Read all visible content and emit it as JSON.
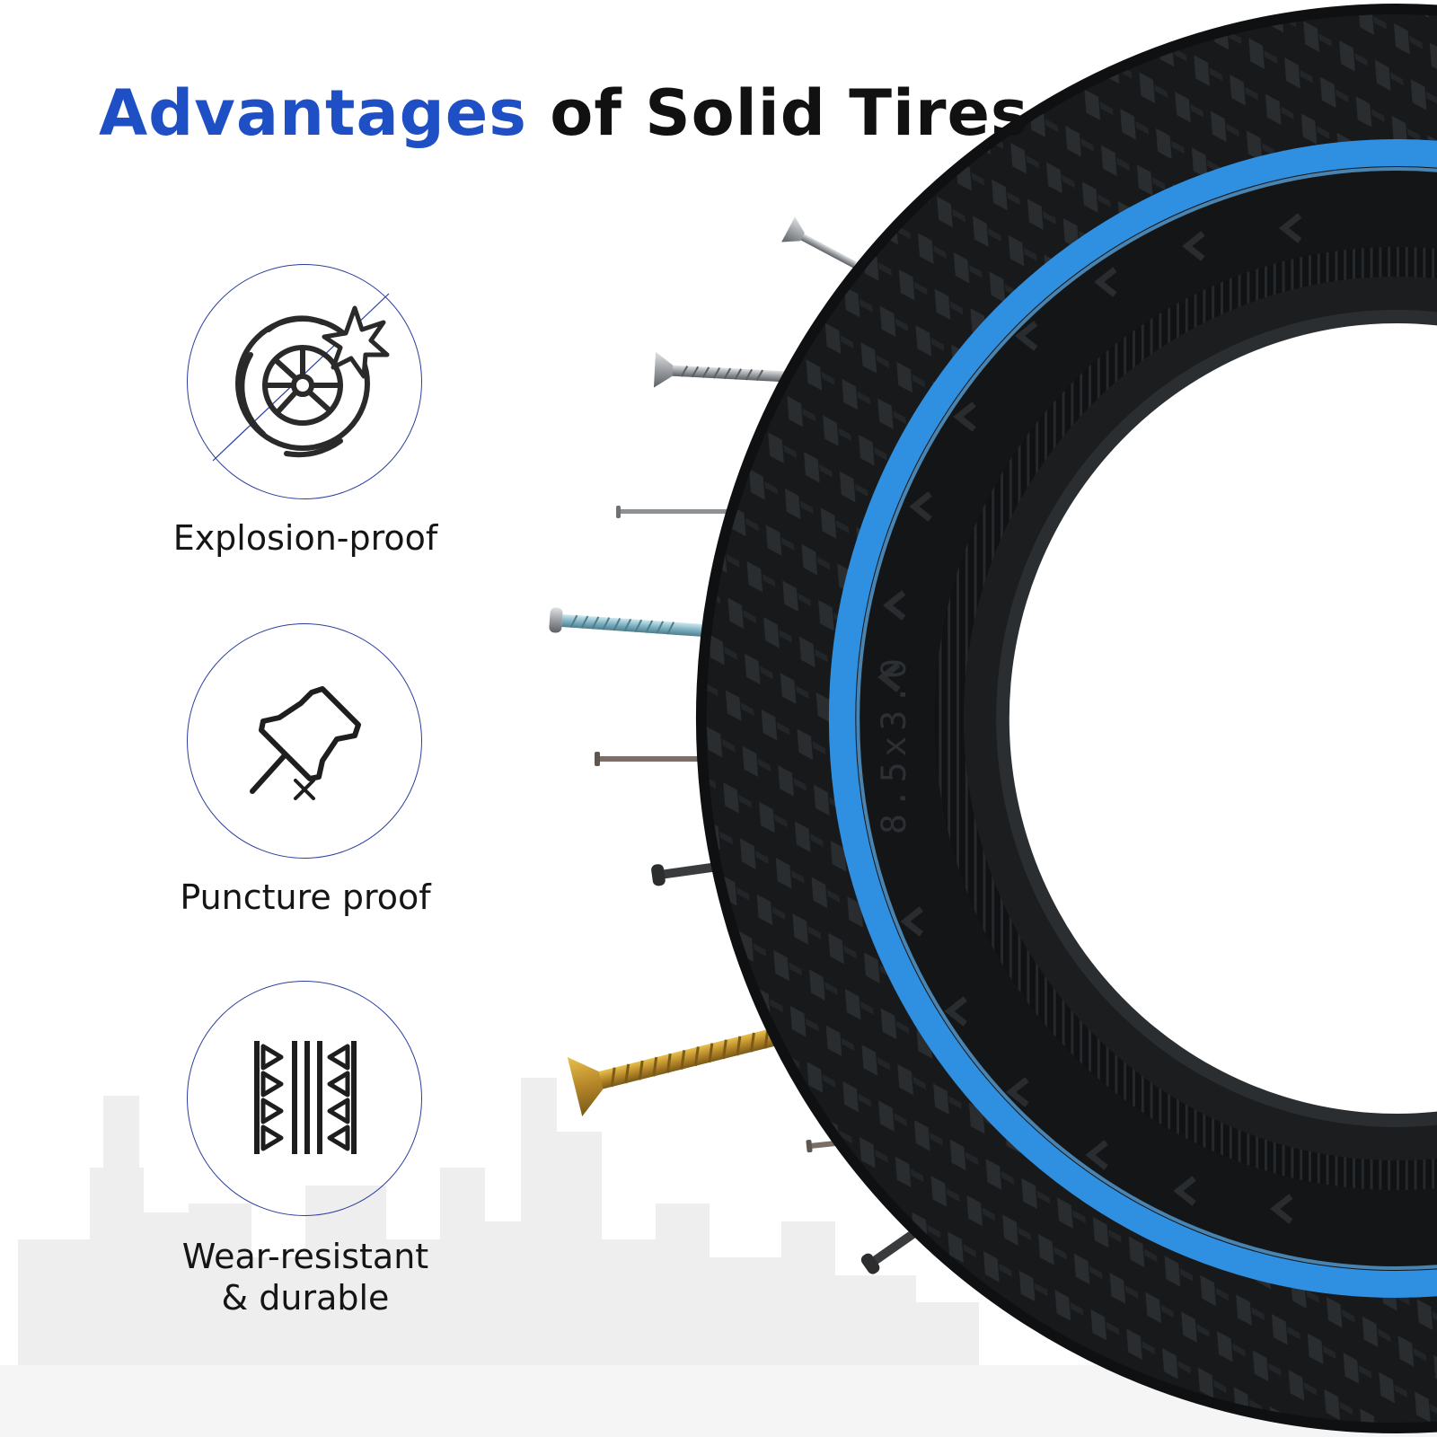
{
  "header": {
    "title_accent": "Advantages",
    "title_rest": " of Solid Tires"
  },
  "features": [
    {
      "label": "Explosion-proof",
      "icon": "tire-burst-icon"
    },
    {
      "label": "Puncture proof",
      "icon": "pushpin-cross-icon"
    },
    {
      "label": "Wear-resistant\n& durable",
      "icon": "tread-pattern-icon"
    }
  ],
  "tire": {
    "size_marking": "8.5x3.0"
  },
  "colors": {
    "accent": "#1f4fc4",
    "ring_outline": "#2b3f9e",
    "tire_rubber": "#17191b",
    "tire_stripe": "#2f8fe0",
    "skyline": "#eeeeee"
  }
}
